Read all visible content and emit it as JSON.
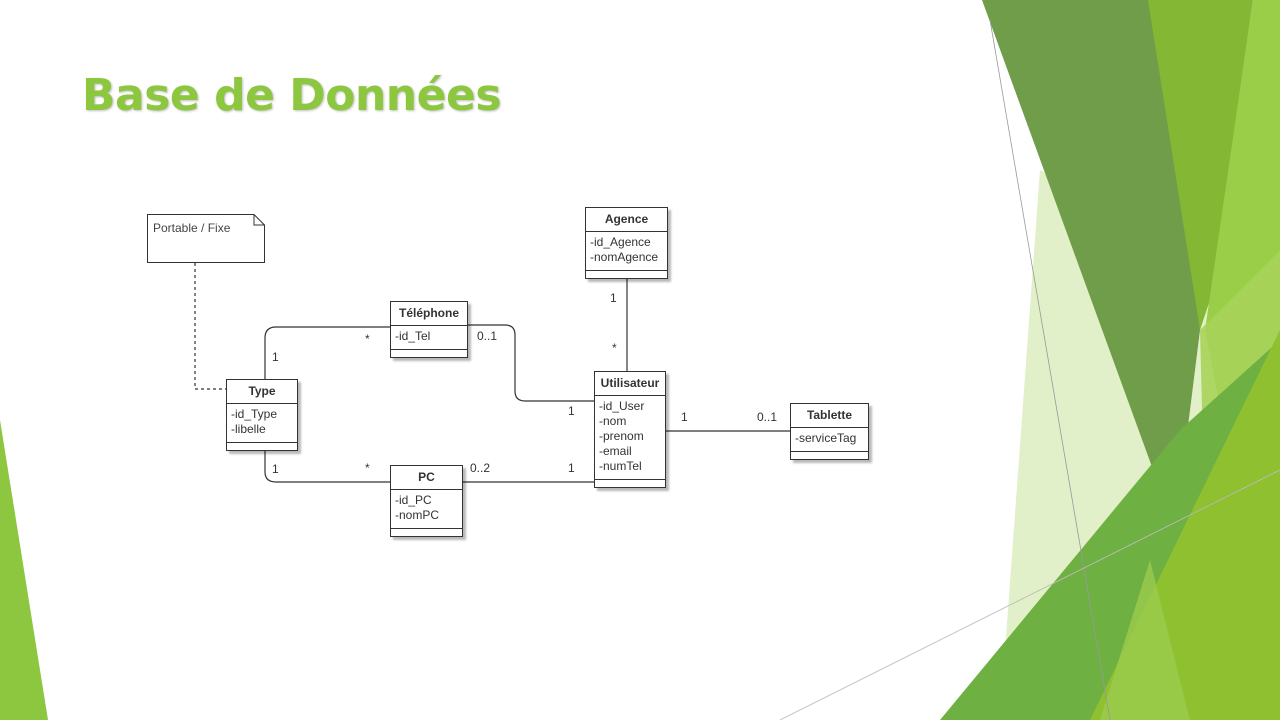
{
  "title": "Base de Données",
  "note": "Portable / Fixe",
  "classes": {
    "agence": {
      "name": "Agence",
      "attrs": [
        "-id_Agence",
        "-nomAgence"
      ]
    },
    "telephone": {
      "name": "Téléphone",
      "attrs": [
        "-id_Tel"
      ]
    },
    "type": {
      "name": "Type",
      "attrs": [
        "-id_Type",
        "-libelle"
      ]
    },
    "utilisateur": {
      "name": "Utilisateur",
      "attrs": [
        "-id_User",
        "-nom",
        "-prenom",
        "-email",
        "-numTel"
      ]
    },
    "tablette": {
      "name": "Tablette",
      "attrs": [
        "-serviceTag"
      ]
    },
    "pc": {
      "name": "PC",
      "attrs": [
        "-id_PC",
        "-nomPC"
      ]
    }
  },
  "multiplicities": {
    "type_tel_type": "1",
    "type_tel_tel": "*",
    "tel_user_tel": "0..1",
    "tel_user_user": "1",
    "agence_user_agence": "1",
    "agence_user_user": "*",
    "user_tablette_user": "1",
    "user_tablette_tablette": "0..1",
    "type_pc_type": "1",
    "type_pc_pc": "*",
    "pc_user_pc": "0..2",
    "pc_user_user": "1"
  },
  "colors": {
    "title": "#8dc63f",
    "dark_green": "#5f9b3c",
    "mid_green": "#7cb52f",
    "light_green": "#a5cf4c",
    "pale_green": "#d6ebb0",
    "line": "#333333"
  }
}
